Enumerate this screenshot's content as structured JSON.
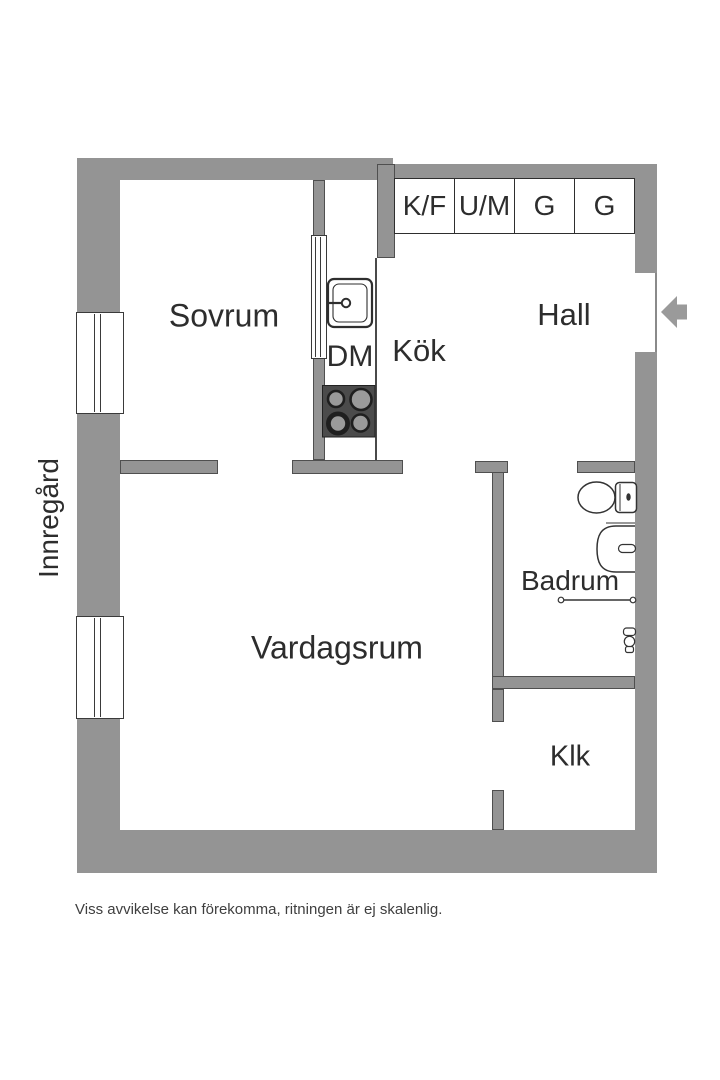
{
  "colors": {
    "wall": "#949494",
    "wall_outline": "#4f4f4f",
    "fixture_stroke": "#333333",
    "stove_body": "#4b4b4b",
    "burner_fill": "#9a9a9a",
    "text": "#2d2d2d"
  },
  "rooms": {
    "sovrum": "Sovrum",
    "kok": "Kök",
    "hall": "Hall",
    "vardagsrum": "Vardagsrum",
    "badrum": "Badrum",
    "klk": "Klk",
    "dm": "DM"
  },
  "closets": [
    "K/F",
    "U/M",
    "G",
    "G"
  ],
  "exterior": {
    "courtyard": "Innregård"
  },
  "footnote": "Viss avvikelse kan förekomma, ritningen är ej skalenlig."
}
